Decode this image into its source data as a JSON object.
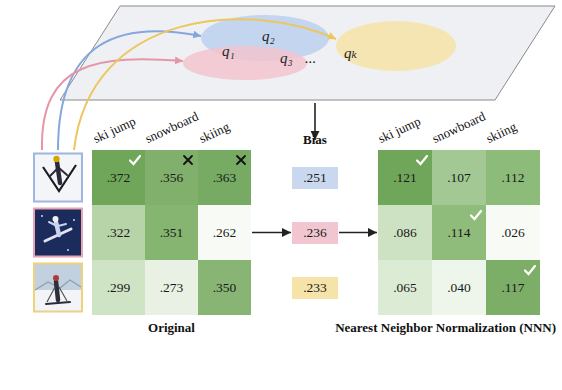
{
  "diagram": {
    "nodes": [
      {
        "text": [
          "q₁",
          "q₂",
          "q₃",
          "...",
          "qₖ"
        ]
      },
      {
        "text": [
          "Original"
        ]
      },
      {
        "text": [
          ".372"
        ],
        "in": 1
      },
      {
        "text": [
          ".356"
        ],
        "in": 1
      },
      {
        "text": [
          ".363"
        ],
        "in": 1
      },
      {
        "text": [
          ".322"
        ],
        "in": 1
      },
      {
        "text": [
          ".351"
        ],
        "in": 1
      },
      {
        "text": [
          ".262"
        ],
        "in": 1
      },
      {
        "text": [
          ".299"
        ],
        "in": 1
      },
      {
        "text": [
          ".273"
        ],
        "in": 1
      },
      {
        "text": [
          ".350"
        ],
        "in": 1
      },
      {
        "text": [
          ".251"
        ]
      },
      {
        "text": [
          ".236"
        ]
      },
      {
        "text": [
          ".233"
        ]
      },
      {
        "text": [
          "Nearest Neighbor Normalization (NNN)"
        ]
      },
      {
        "text": [
          ".121"
        ],
        "in": 14
      },
      {
        "text": [
          ".107"
        ],
        "in": 14
      },
      {
        "text": [
          ".112"
        ],
        "in": 14
      },
      {
        "text": [
          ".086"
        ],
        "in": 14
      },
      {
        "text": [
          ".114"
        ],
        "in": 14
      },
      {
        "text": [
          ".026"
        ],
        "in": 14
      },
      {
        "text": [
          ".065"
        ],
        "in": 14
      },
      {
        "text": [
          ".040"
        ],
        "in": 14
      },
      {
        "text": [
          ".117"
        ],
        "in": 14
      }
    ],
    "edges": [
      {
        "from": 1,
        "to": 12,
        "arrow": "to"
      },
      {
        "from": 12,
        "to": 14,
        "arrow": "to"
      }
    ],
    "labels": [
      "ski jump",
      "snowboard",
      "skiing",
      "Bias",
      "ski jump",
      "snowboard",
      "skiing"
    ]
  }
}
